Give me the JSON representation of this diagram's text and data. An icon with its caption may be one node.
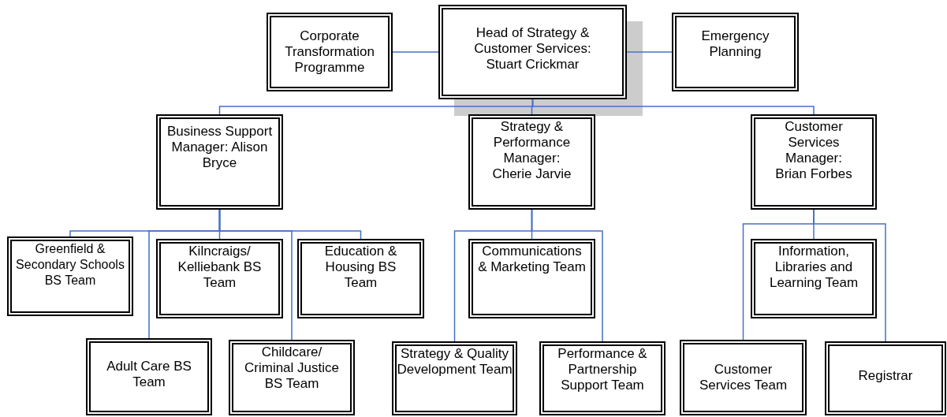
{
  "diagram": {
    "nodes": [
      {
        "text": [
          "Corporate Transformation Programme"
        ]
      },
      {
        "text": [
          "Head of Strategy & Customer Services: Stuart Crickmar"
        ]
      },
      {
        "text": [
          "Emergency Planning"
        ]
      },
      {
        "text": [
          "Business Support Manager: Alison Bryce"
        ]
      },
      {
        "text": [
          "Strategy & Performance Manager: Cherie Jarvie"
        ]
      },
      {
        "text": [
          "Customer Services Manager: Brian Forbes"
        ]
      },
      {
        "text": [
          "Greenfield & Secondary Schools BS Team"
        ]
      },
      {
        "text": [
          "Kilncraigs/ Kelliebank BS Team"
        ]
      },
      {
        "text": [
          "Education & Housing BS Team"
        ]
      },
      {
        "text": [
          "Adult Care BS Team"
        ]
      },
      {
        "text": [
          "Childcare/ Criminal Justice BS Team"
        ]
      },
      {
        "text": [
          "Communications & Marketing Team"
        ]
      },
      {
        "text": [
          "Strategy & Quality Development Team"
        ]
      },
      {
        "text": [
          "Performance & Partnership Support Team"
        ]
      },
      {
        "text": [
          "Information, Libraries and Learning Team"
        ]
      },
      {
        "text": [
          "Customer Services Team"
        ]
      },
      {
        "text": [
          "Registrar"
        ]
      }
    ],
    "edges": [
      {
        "from": 1,
        "to": 0,
        "arrow": "none"
      },
      {
        "from": 1,
        "to": 2,
        "arrow": "none"
      },
      {
        "from": 1,
        "to": 3,
        "arrow": "none"
      },
      {
        "from": 1,
        "to": 4,
        "arrow": "none"
      },
      {
        "from": 1,
        "to": 5,
        "arrow": "none"
      },
      {
        "from": 3,
        "to": 6,
        "arrow": "none"
      },
      {
        "from": 3,
        "to": 7,
        "arrow": "none"
      },
      {
        "from": 3,
        "to": 8,
        "arrow": "none"
      },
      {
        "from": 3,
        "to": 9,
        "arrow": "none"
      },
      {
        "from": 3,
        "to": 10,
        "arrow": "none"
      },
      {
        "from": 4,
        "to": 11,
        "arrow": "none"
      },
      {
        "from": 4,
        "to": 12,
        "arrow": "none"
      },
      {
        "from": 4,
        "to": 13,
        "arrow": "none"
      },
      {
        "from": 5,
        "to": 14,
        "arrow": "none"
      },
      {
        "from": 5,
        "to": 15,
        "arrow": "none"
      },
      {
        "from": 5,
        "to": 16,
        "arrow": "none"
      }
    ]
  }
}
